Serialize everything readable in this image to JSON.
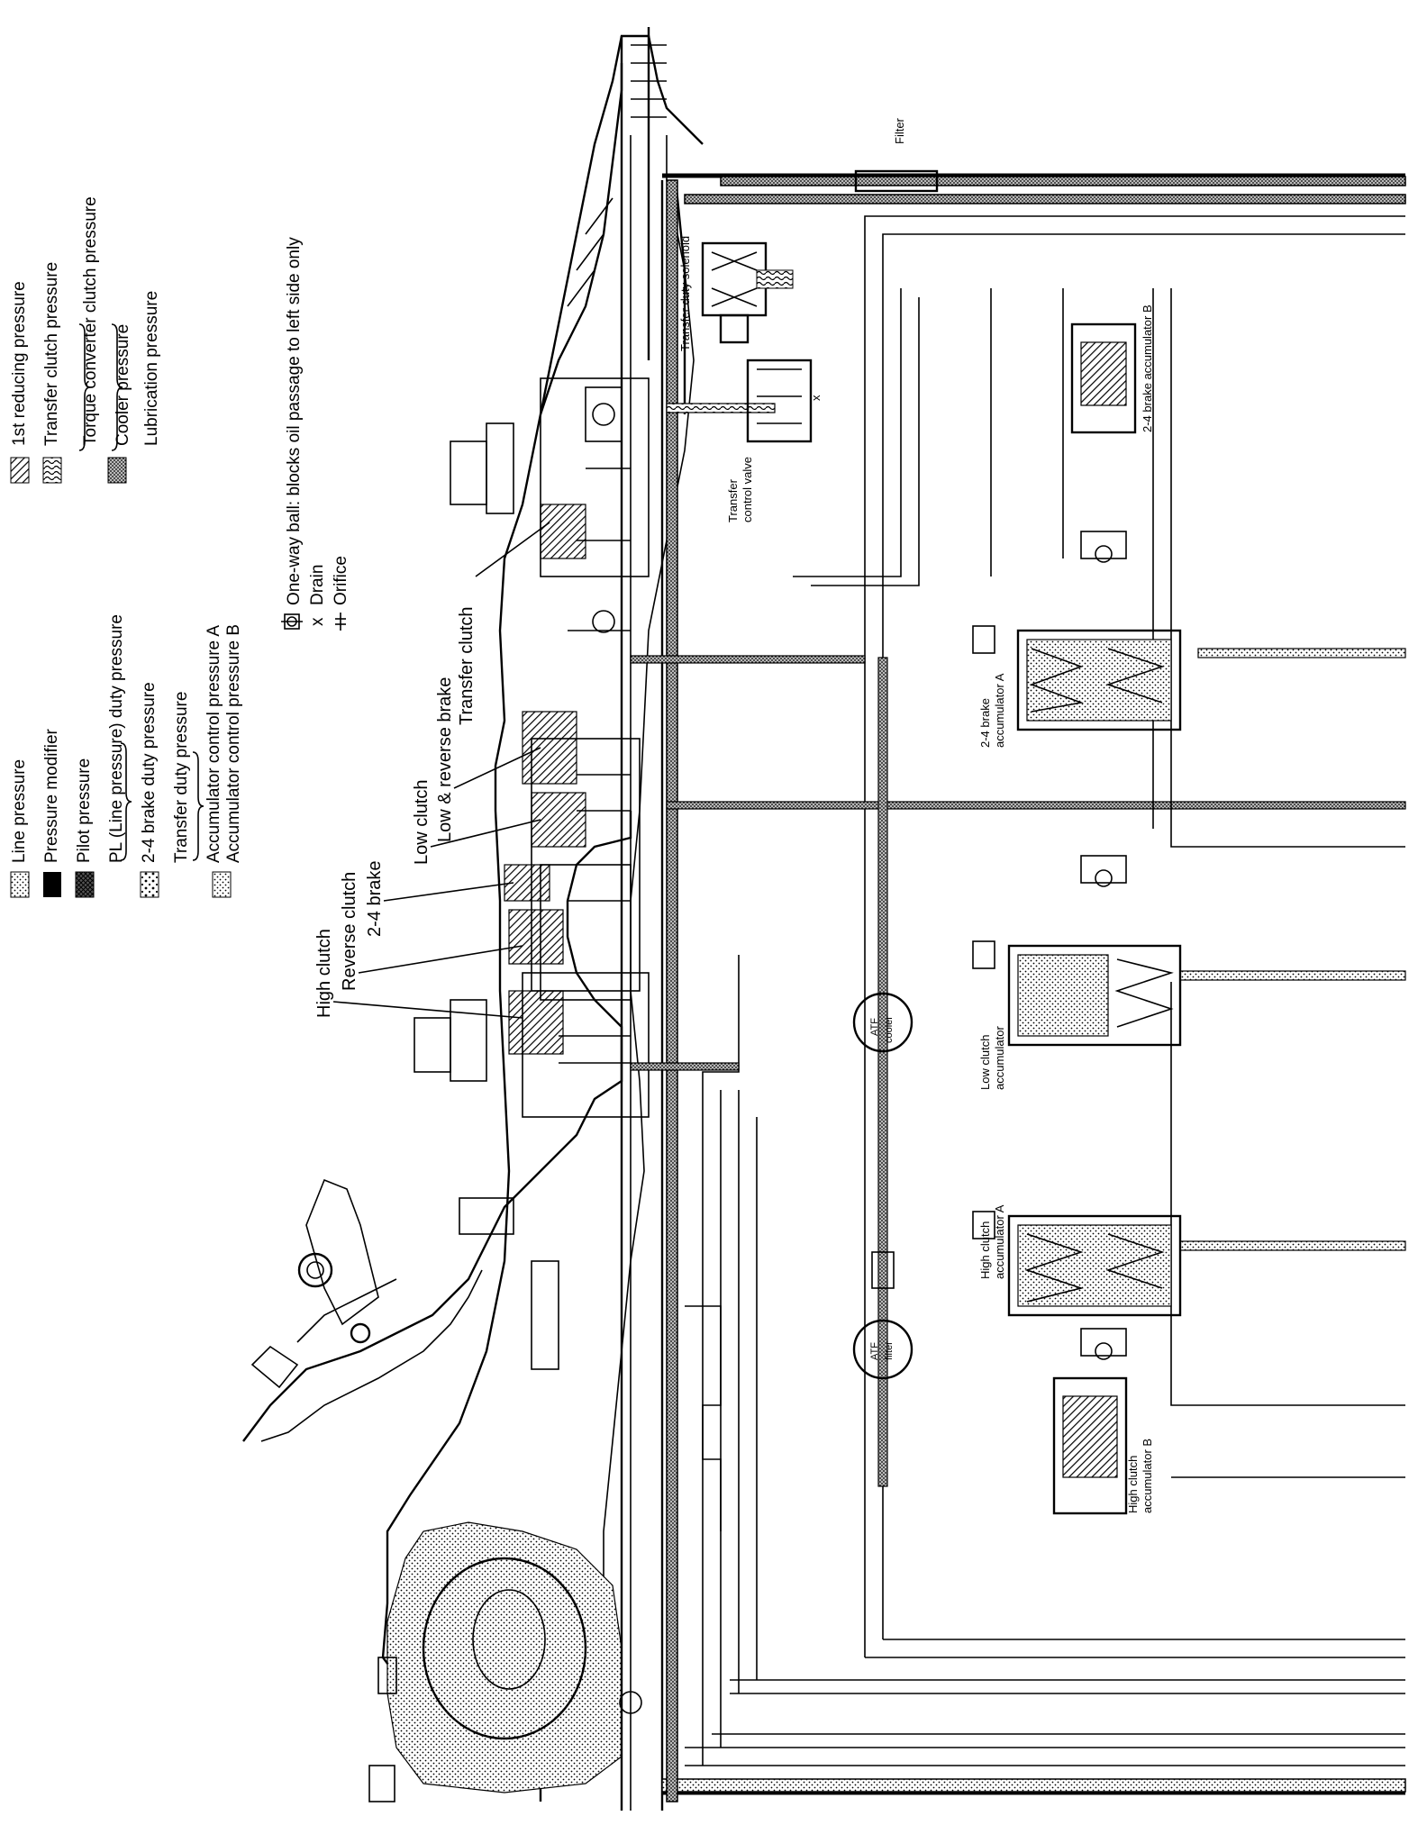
{
  "legend_left": [
    {
      "label": "Line pressure",
      "swatch": "dots-light"
    },
    {
      "label": "Pressure modifier",
      "swatch": "solid"
    },
    {
      "label": "Pilot pressure",
      "swatch": "cross-dark"
    },
    {
      "label": "PL (Line pressure) duty pressure",
      "swatch": "dots-coarse"
    },
    {
      "label": "2-4 brake duty pressure",
      "swatch": "none"
    },
    {
      "label": "Transfer duty pressure",
      "swatch": "none"
    },
    {
      "label": "Accumulator control pressure A",
      "swatch": "dots-fine"
    },
    {
      "label": "Accumulator control pressure B",
      "swatch": "none"
    }
  ],
  "legend_right": [
    {
      "label": "1st reducing pressure",
      "swatch": "hatch"
    },
    {
      "label": "Transfer clutch pressure",
      "swatch": "wavy"
    },
    {
      "label": "Torque converter clutch pressure",
      "swatch": "none"
    },
    {
      "label": "Cooler pressure",
      "swatch": "dots-dense"
    },
    {
      "label": "Lubrication pressure",
      "swatch": "none"
    }
  ],
  "symbols": {
    "one_way_ball": "One-way ball: blocks oil passage to left side only",
    "drain": "Drain",
    "drain_glyph": "x",
    "orifice": "Orifice"
  },
  "components": {
    "high_clutch": "High clutch",
    "reverse_clutch": "Reverse clutch",
    "brake_24": "2-4 brake",
    "low_clutch": "Low clutch",
    "low_reverse_brake": "Low & reverse brake",
    "transfer_clutch": "Transfer clutch",
    "transfer_duty_solenoid": "Transfer duty solenoid",
    "transfer_control_valve_1": "Transfer",
    "transfer_control_valve_2": "control valve",
    "filter": "Filter",
    "brake_24_acc_b": "2-4 brake accumulator B",
    "brake_24_acc_a_1": "2-4 brake",
    "brake_24_acc_a_2": "accumulator A",
    "low_clutch_acc_1": "Low clutch",
    "low_clutch_acc_2": "accumulator",
    "high_clutch_acc_a_1": "High clutch",
    "high_clutch_acc_a_2": "accumulator A",
    "high_clutch_acc_b_1": "High clutch",
    "high_clutch_acc_b_2": "accumulator B",
    "atf_cooler_1": "ATF",
    "atf_cooler_2": "cooler",
    "atf_filter_1": "ATF",
    "atf_filter_2": "filter",
    "drain_mark": "x"
  }
}
